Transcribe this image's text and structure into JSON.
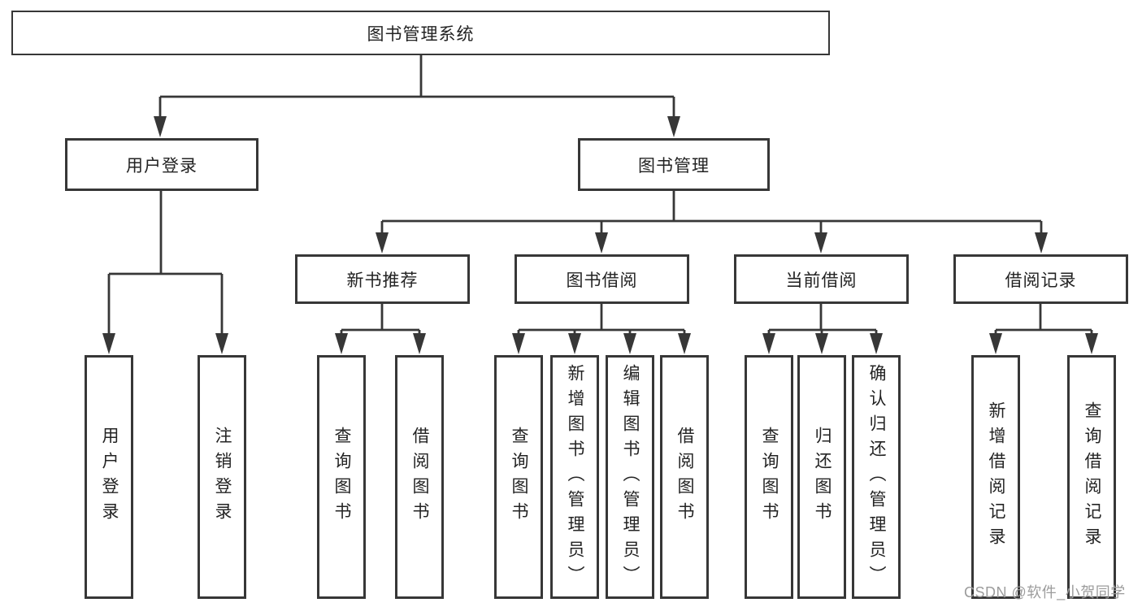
{
  "diagram": {
    "root": {
      "label": "图书管理系统"
    },
    "user_login": {
      "label": "用户登录",
      "children": {
        "login": {
          "label": "用户登录"
        },
        "logout": {
          "label": "注销登录"
        }
      }
    },
    "book_mgmt": {
      "label": "图书管理",
      "new_book_rec": {
        "label": "新书推荐",
        "children": {
          "query_book": {
            "label": "查询图书"
          },
          "borrow_book": {
            "label": "借阅图书"
          }
        }
      },
      "book_borrow": {
        "label": "图书借阅",
        "children": {
          "query_book": {
            "label": "查询图书"
          },
          "add_book_admin": {
            "label": "新增图书（管理员）"
          },
          "edit_book_admin": {
            "label": "编辑图书（管理员）"
          },
          "borrow_book": {
            "label": "借阅图书"
          }
        }
      },
      "current_borrow": {
        "label": "当前借阅",
        "children": {
          "query_book": {
            "label": "查询图书"
          },
          "return_book": {
            "label": "归还图书"
          },
          "confirm_return_admin": {
            "label": "确认归还（管理员）"
          }
        }
      },
      "borrow_records": {
        "label": "借阅记录",
        "children": {
          "add_record": {
            "label": "新增借阅记录"
          },
          "query_record": {
            "label": "查询借阅记录"
          }
        }
      }
    }
  },
  "watermark": {
    "text": "CSDN @软件_小贺同学"
  },
  "colors": {
    "line": "#373737",
    "box_border": "#373737",
    "box_fill": "#ffffff",
    "text": "#232323",
    "background": "#ffffff",
    "watermark": "#9c9c9c"
  }
}
